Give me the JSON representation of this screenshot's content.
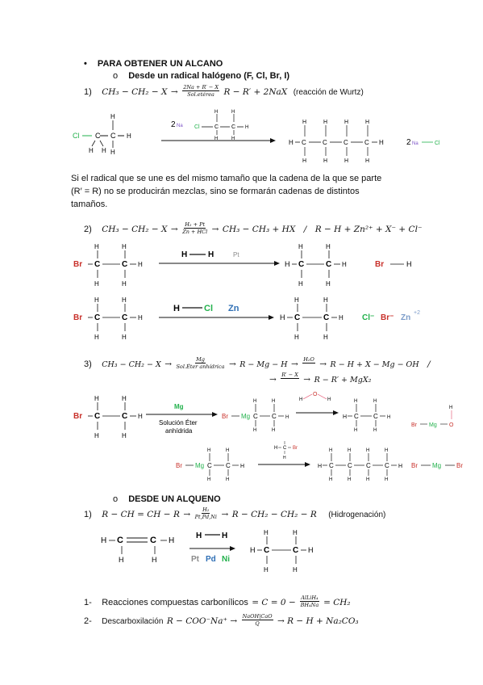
{
  "colors": {
    "green": "#22b14c",
    "red": "#c8302a",
    "purple": "#7b52c7",
    "blue": "#2f6fb5",
    "gray": "#8a8a8a",
    "pink": "#e34b6a"
  },
  "heading": {
    "bullet": "•",
    "title": "PARA OBTENER UN ALCANO"
  },
  "sec1": {
    "marker": "o",
    "title": "Desde un radical halógeno (F, Cl, Br, I)",
    "eq1": {
      "num": "1)",
      "lhs": "CH₃ − CH₂ − X",
      "arrow_top": "2Na + R′ − X",
      "arrow_bottom": "Sol.etérea",
      "rhs": "R − R′ + 2NaX",
      "note": "(reacción de Wurtz)"
    },
    "scheme1": {
      "cl": "Cl",
      "c": "C",
      "h": "H",
      "two": "2",
      "na": "Na"
    },
    "paragraph_a": "Si el radical que se une es del mismo tamaño que la cadena de la que se parte",
    "paragraph_b": "(R′ = R) no se producirán mezclas, sino se formarán cadenas de distintos",
    "paragraph_c": "tamaños.",
    "eq2": {
      "num": "2)",
      "lhs": "CH₃ − CH₂ − X",
      "arrow_top": "H₂ + Pt",
      "arrow_bottom": "Zn + HCl",
      "rhs": "CH₃ − CH₃ + HX",
      "sep": "/",
      "alt": "R − H + Zn²⁺ + X⁻ + Cl⁻"
    },
    "scheme2": {
      "br": "Br",
      "h": "H",
      "c": "C",
      "pt": "Pt"
    },
    "scheme3": {
      "br": "Br",
      "cl": "Cl",
      "zn": "Zn",
      "cl_ion": "Cl⁻",
      "br_ion": "Br⁻",
      "zn_ion": "Zn",
      "zn_charge": "+2"
    },
    "eq3": {
      "num": "3)",
      "lhs": "CH₃ − CH₂ − X",
      "arrow_top": "Mg",
      "arrow_bottom": "Sol.Éter anhídrica",
      "step1": "R − Mg − H",
      "arrow2_top": "H₂O",
      "step2": "R − H + X − Mg − OH",
      "sep": "/",
      "arrow3_top": "R′ − X",
      "step3": "R − R′ + MgX₂"
    },
    "scheme4": {
      "mg": "Mg",
      "sol1": "Solución Éter",
      "sol2": "anhídrida",
      "o": "O"
    },
    "scheme5": {
      "mg": "Mg"
    }
  },
  "sec2": {
    "marker": "o",
    "title": "DESDE UN ALQUENO",
    "eq1": {
      "num": "1)",
      "lhs": "R − CH = CH − R",
      "arrow_top": "H₂",
      "arrow_bottom": "Pt,Pd,Ni",
      "rhs": "R − CH₂ − CH₂ − R",
      "note": "(Hidrogenación)"
    },
    "scheme": {
      "pt": "Pt",
      "pd": "Pd",
      "ni": "Ni"
    }
  },
  "items": [
    {
      "num": "1-",
      "text": "Reacciones compuestas carbonílicos",
      "formula": "= C = 0 −",
      "arrow_top": "AlLiH₄",
      "arrow_bottom": "BH₄Na",
      "rhs": "= CH₂"
    },
    {
      "num": "2-",
      "text": "Descarboxilación",
      "formula": "R − COO⁻Na⁺ →",
      "arrow_top": "NaOH|CaO",
      "arrow_bottom": "Q",
      "rhs": "→ R − H + Na₂CO₃"
    }
  ]
}
